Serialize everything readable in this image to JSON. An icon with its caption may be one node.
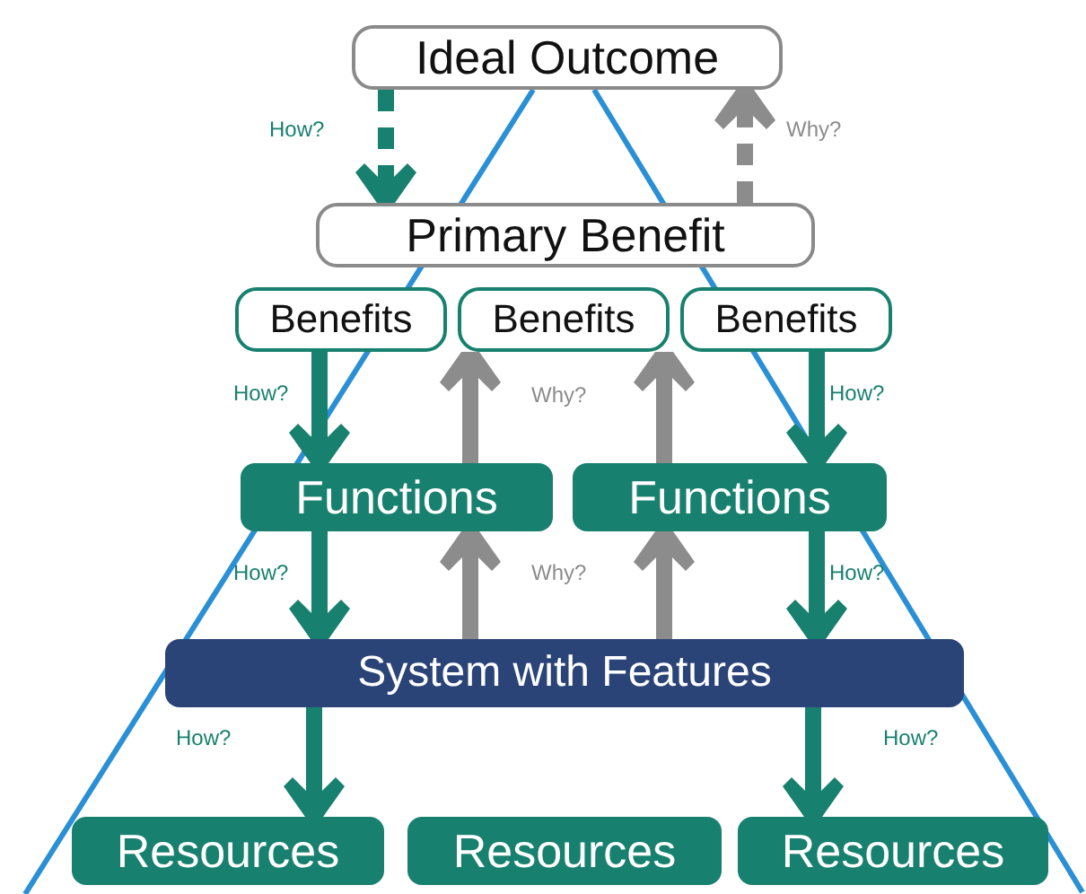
{
  "diagram": {
    "nodes": [
      {
        "text": [
          "Ideal Outcome"
        ]
      },
      {
        "text": [
          "Primary Benefit"
        ]
      },
      {
        "text": [
          "Benefits"
        ]
      },
      {
        "text": [
          "Benefits"
        ]
      },
      {
        "text": [
          "Benefits"
        ]
      },
      {
        "text": [
          "Functions"
        ]
      },
      {
        "text": [
          "Functions"
        ]
      },
      {
        "text": [
          "System with Features"
        ]
      },
      {
        "text": [
          "Resources"
        ]
      },
      {
        "text": [
          "Resources"
        ]
      },
      {
        "text": [
          "Resources"
        ]
      }
    ],
    "edges": [
      {
        "from": 0,
        "to": 1,
        "arrow": "to",
        "label": "How?",
        "style": "dashed"
      },
      {
        "from": 1,
        "to": 0,
        "arrow": "to",
        "label": "Why?",
        "style": "dashed",
        "color": "#8c8c8c"
      },
      {
        "from": 2,
        "to": 5,
        "arrow": "to",
        "label": "How?"
      },
      {
        "from": 5,
        "to": 3,
        "arrow": "to",
        "label": "Why?",
        "color": "#8c8c8c"
      },
      {
        "from": 6,
        "to": 3,
        "arrow": "to",
        "color": "#8c8c8c"
      },
      {
        "from": 4,
        "to": 6,
        "arrow": "to",
        "label": "How?"
      },
      {
        "from": 5,
        "to": 7,
        "arrow": "to",
        "label": "How?"
      },
      {
        "from": 7,
        "to": 5,
        "arrow": "to",
        "label": "Why?",
        "color": "#8c8c8c"
      },
      {
        "from": 7,
        "to": 6,
        "arrow": "to",
        "color": "#8c8c8c"
      },
      {
        "from": 6,
        "to": 7,
        "arrow": "to",
        "label": "How?"
      },
      {
        "from": 7,
        "to": 8,
        "arrow": "to",
        "label": "How?"
      },
      {
        "from": 7,
        "to": 10,
        "arrow": "to",
        "label": "How?"
      }
    ]
  }
}
